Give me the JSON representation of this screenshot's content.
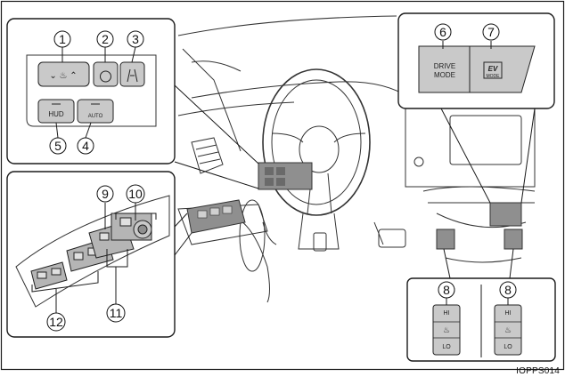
{
  "callouts": [
    "1",
    "2",
    "3",
    "4",
    "5",
    "6",
    "7",
    "8",
    "8",
    "9",
    "10",
    "11",
    "12"
  ],
  "labels": {
    "hud": "HUD",
    "auto": "AUTO",
    "drive_mode_line1": "DRIVE",
    "drive_mode_line2": "MODE",
    "ev": "EV",
    "ev_mode": "MODE",
    "hi": "HI",
    "lo": "LO"
  },
  "figure_code": "IOPPS014",
  "colors": {
    "line": "#1a1a1a",
    "button_gray": "#c9c9c9",
    "panel_gray": "#b5b5b5",
    "highlight": "#8f8f8f"
  }
}
